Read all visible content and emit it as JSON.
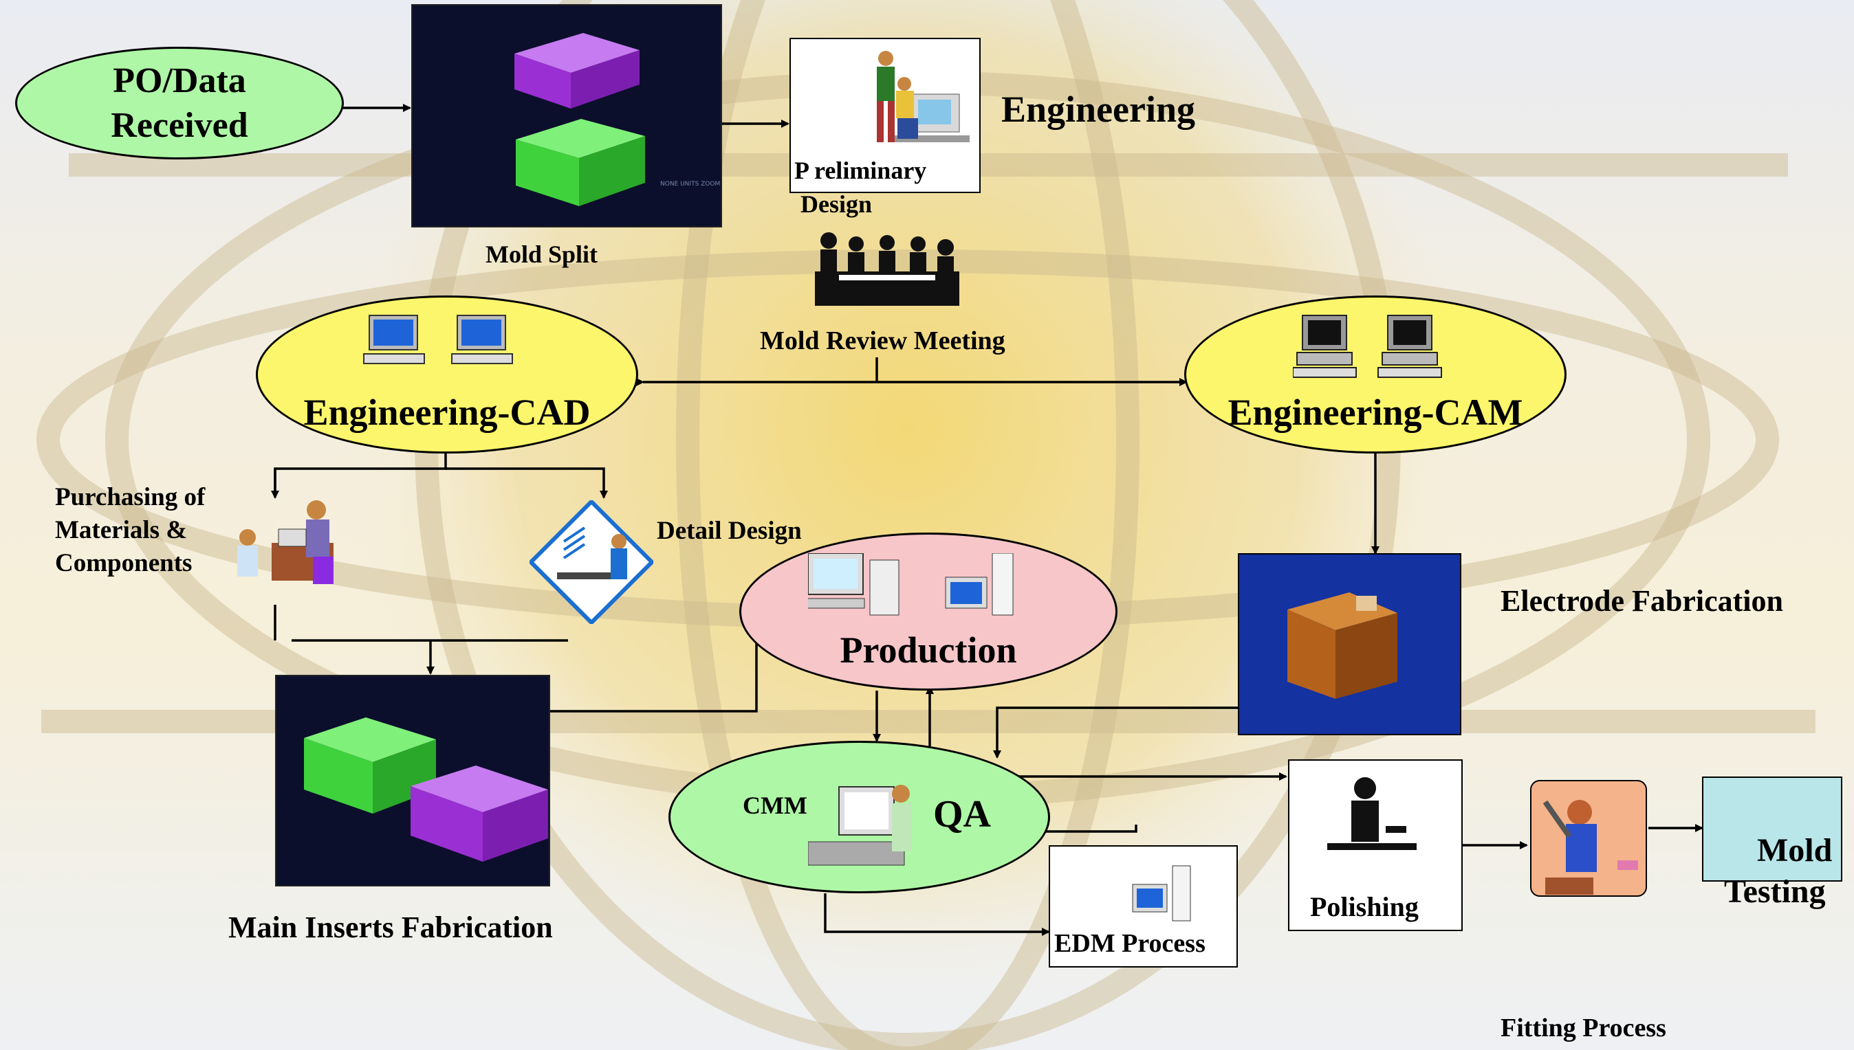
{
  "nodes": {
    "po_data": "PO/Data\nReceived",
    "engineering_cad": "Engineering-CAD",
    "engineering_cam": "Engineering-CAM",
    "production": "Production",
    "qa": "QA",
    "cmm": "CMM",
    "mold_testing": "Mold\nTesting"
  },
  "labels": {
    "mold_split": "Mold Split",
    "preliminary_design": "P reliminary\n Design",
    "engineering": "Engineering",
    "mold_review_meeting": "Mold Review Meeting",
    "purchasing": "Purchasing of\nMaterials &\nComponents",
    "detail_design": "Detail Design",
    "electrode_fabrication": "Electrode Fabrication",
    "main_inserts_fabrication": "Main Inserts Fabrication",
    "polishing": "Polishing",
    "edm_process": "EDM Process",
    "fitting_process": "Fitting Process",
    "tiny_caption": "NONE  UNITS  ZOOM"
  },
  "colors": {
    "green_node": "#aef7a6",
    "yellow_node": "#fbf66b",
    "pink_node": "#f7c6c9",
    "cyan_box": "#b9e6e8",
    "dark_panel": "#0b0f2b",
    "blue_panel": "#1432a0",
    "purple_block": "#a23ad8",
    "green_block": "#3fd23d"
  }
}
